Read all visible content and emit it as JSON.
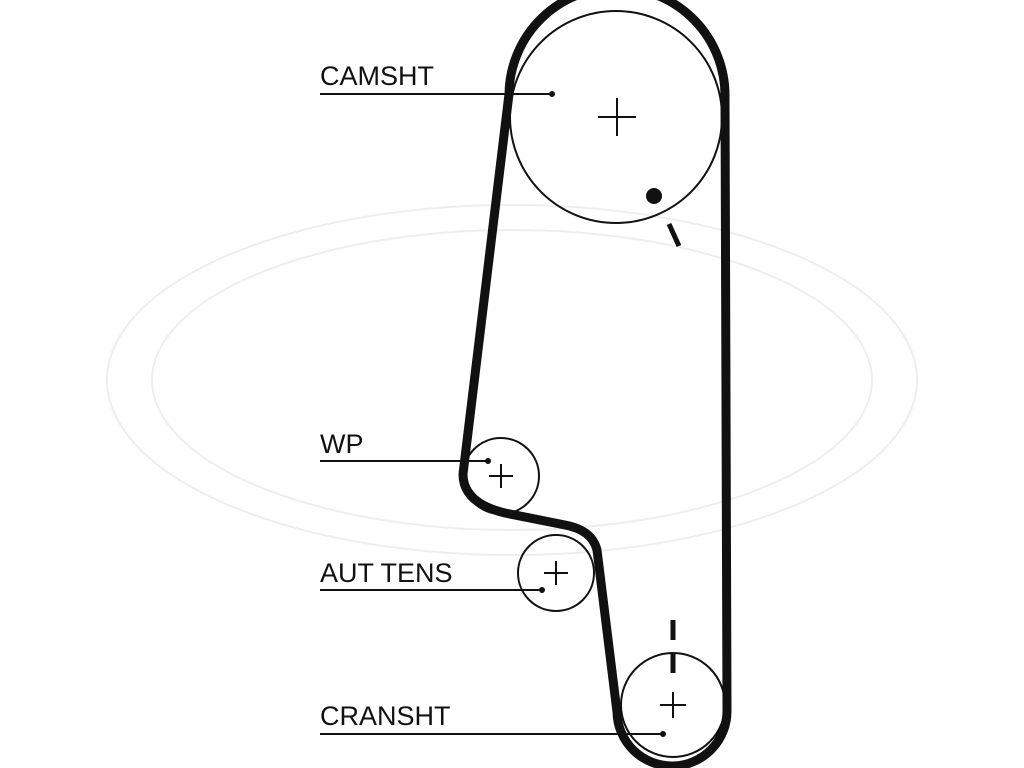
{
  "labels": {
    "camshaft": "CAMSHT",
    "water_pump": "WP",
    "auto_tensioner": "AUT TENS",
    "crankshaft": "CRANSHT"
  }
}
